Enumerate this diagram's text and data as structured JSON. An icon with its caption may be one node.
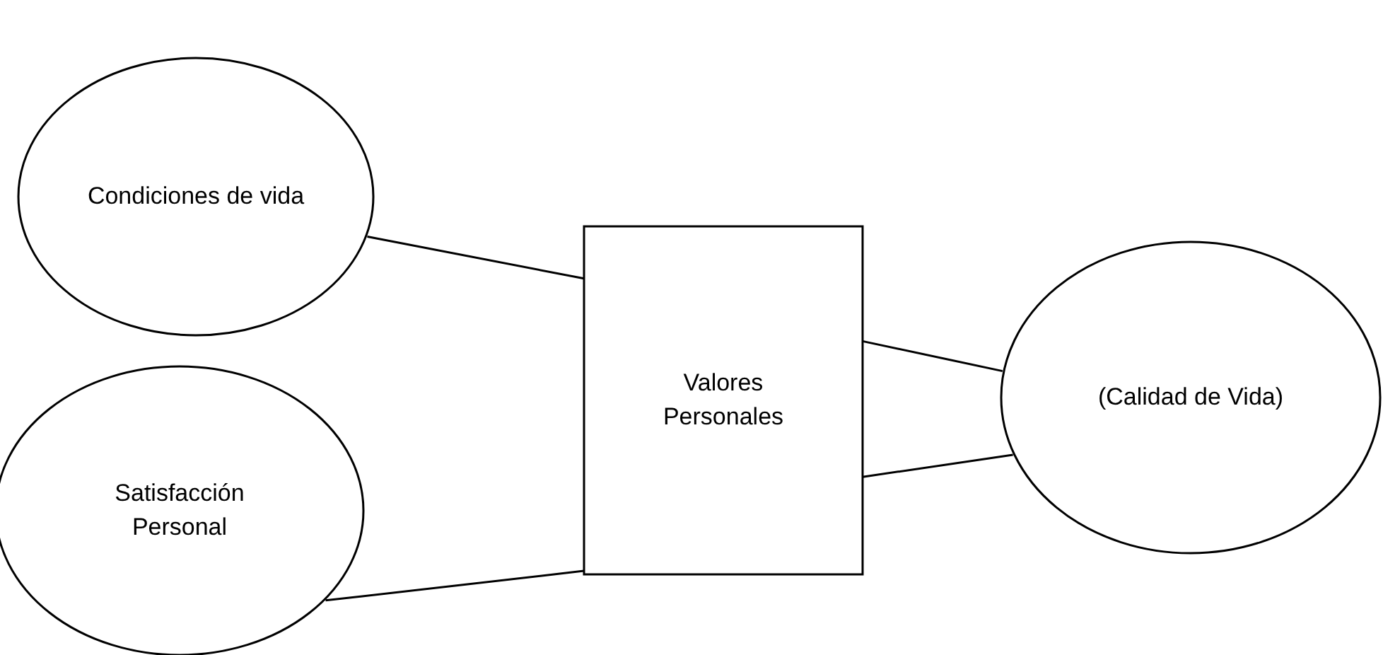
{
  "diagram": {
    "nodes": [
      {
        "text": [
          "Condiciones de vida"
        ]
      },
      {
        "text": [
          "Satisfacción Personal"
        ]
      },
      {
        "text": [
          "Valores Personales"
        ]
      },
      {
        "text": [
          "(Calidad de Vida)"
        ]
      }
    ],
    "edges": [
      {
        "from": 0,
        "to": 2,
        "arrow": "none"
      },
      {
        "from": 1,
        "to": 2,
        "arrow": "none"
      },
      {
        "from": 2,
        "to": 3,
        "arrow": "none"
      },
      {
        "from": 2,
        "to": 3,
        "arrow": "none"
      }
    ]
  }
}
